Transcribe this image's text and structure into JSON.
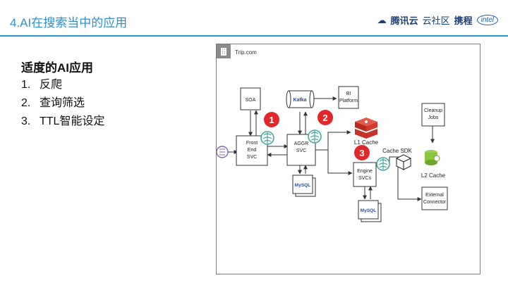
{
  "slide": {
    "title": "4.AI在搜索当中的应用"
  },
  "logos": {
    "tencent": "腾讯云",
    "tencent_sub": "云社区",
    "ctrip": "携程",
    "intel": "intel"
  },
  "content": {
    "heading": "适度的AI应用",
    "items": [
      {
        "num": "1.",
        "label": "反爬"
      },
      {
        "num": "2.",
        "label": "查询筛选"
      },
      {
        "num": "3.",
        "label": "TTL智能设定"
      }
    ]
  },
  "diagram": {
    "frame_label": "Trip.com",
    "nodes": {
      "soa": "SOA",
      "kafka": "Kafka",
      "bi": [
        "BI",
        "Platform"
      ],
      "front": [
        "Front",
        "End",
        "SVC"
      ],
      "aggr": [
        "AGGR",
        "SVC"
      ],
      "l1": "L1 Cache",
      "cache_sdk": "Cache SDK",
      "engine": [
        "Engine",
        "SVCs"
      ],
      "cleanup": [
        "Cleanup",
        "Jobs"
      ],
      "l2": "L2 Cache",
      "external": [
        "External",
        "Connector"
      ],
      "mysql1": "MySQL",
      "mysql2": "MySQL"
    },
    "markers": [
      "1",
      "2",
      "3"
    ]
  },
  "colors": {
    "accent_blue": "#2f8fd1",
    "marker_red": "#e0282a",
    "brain_teal": "#4aa8a0",
    "box_border": "#333333",
    "mysql_blue": "#2b4ca8",
    "redis_red": "#d63a2f",
    "l2_green": "#8cc63f"
  }
}
